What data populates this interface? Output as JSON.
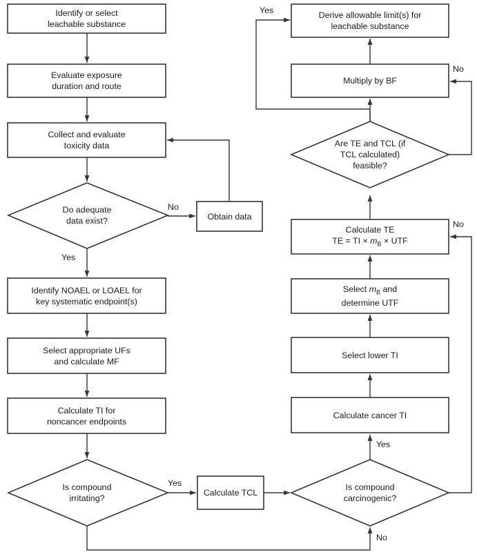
{
  "diagram": {
    "title": "Leachable substance toxicological risk assessment flowchart",
    "colors": {
      "stroke": "#333333",
      "fill": "#ffffff",
      "text": "#1a1a1a",
      "background": "#ffffff"
    },
    "nodes": [
      {
        "id": "identify-substance",
        "shape": "process",
        "lines": [
          "Identify or select",
          "leachable substance"
        ]
      },
      {
        "id": "evaluate-exposure",
        "shape": "process",
        "lines": [
          "Evaluate exposure",
          "duration and route"
        ]
      },
      {
        "id": "collect-toxicity",
        "shape": "process",
        "lines": [
          "Collect and evaluate",
          "toxicity data"
        ]
      },
      {
        "id": "adequate-data",
        "shape": "decision",
        "lines": [
          "Do adequate",
          "data exist?"
        ]
      },
      {
        "id": "obtain-data",
        "shape": "process",
        "lines": [
          "Obtain data"
        ]
      },
      {
        "id": "identify-noael",
        "shape": "process",
        "lines": [
          "Identify NOAEL or LOAEL for",
          "key systematic endpoint(s)"
        ]
      },
      {
        "id": "select-ufs",
        "shape": "process",
        "lines": [
          "Select appropriate UFs",
          "and calculate MF"
        ]
      },
      {
        "id": "calculate-ti",
        "shape": "process",
        "lines": [
          "Calculate TI for",
          "noncancer endpoints"
        ]
      },
      {
        "id": "is-irritating",
        "shape": "decision",
        "lines": [
          "Is compound",
          "irritating?"
        ]
      },
      {
        "id": "calculate-tcl",
        "shape": "process",
        "lines": [
          "Calculate TCL"
        ]
      },
      {
        "id": "is-carcinogenic",
        "shape": "decision",
        "lines": [
          "Is compound",
          "carcinogenic?"
        ]
      },
      {
        "id": "calculate-cancer-ti",
        "shape": "process",
        "lines": [
          "Calculate cancer TI"
        ]
      },
      {
        "id": "select-lower-ti",
        "shape": "process",
        "lines": [
          "Select lower TI"
        ]
      },
      {
        "id": "select-mb-utf",
        "shape": "process",
        "lines": [
          "Select mB and",
          "determine UTF"
        ],
        "html": [
          "Select <span class=\"mvar\">m</span><span class=\"sub\">B</span> and",
          "determine UTF"
        ]
      },
      {
        "id": "calculate-te",
        "shape": "process",
        "lines": [
          "Calculate TE",
          "TE = TI × mB × UTF"
        ],
        "html": [
          "Calculate TE",
          "TE = TI × <span class=\"mvar\">m</span><span class=\"sub\">B</span> × UTF"
        ]
      },
      {
        "id": "te-tcl-feasible",
        "shape": "decision",
        "lines": [
          "Are TE and TCL (if",
          "TCL calculated)",
          "feasible?"
        ]
      },
      {
        "id": "multiply-bf",
        "shape": "process",
        "lines": [
          "Multiply by BF"
        ]
      },
      {
        "id": "derive-limits",
        "shape": "process",
        "lines": [
          "Derive allowable limit(s) for",
          "leachable substance"
        ]
      }
    ],
    "edge_labels": [
      {
        "id": "adequate-data-no",
        "text": "No"
      },
      {
        "id": "adequate-data-yes",
        "text": "Yes"
      },
      {
        "id": "irritating-yes",
        "text": "Yes"
      },
      {
        "id": "irritating-no",
        "text": "No"
      },
      {
        "id": "carcinogenic-yes",
        "text": "Yes"
      },
      {
        "id": "carcinogenic-no",
        "text": "No"
      },
      {
        "id": "te-calc-no",
        "text": "No"
      },
      {
        "id": "feasible-no",
        "text": "No"
      },
      {
        "id": "feasible-yes",
        "text": "Yes"
      }
    ]
  }
}
